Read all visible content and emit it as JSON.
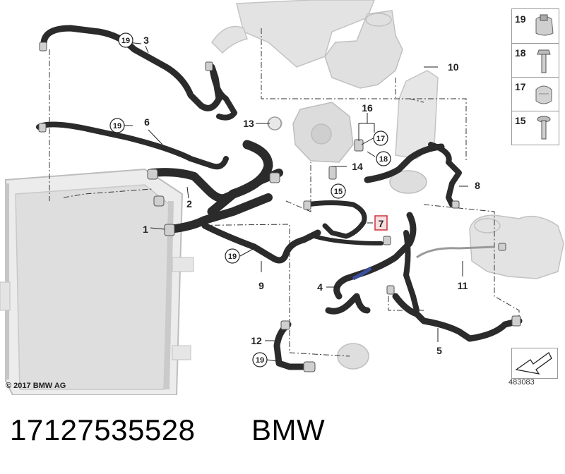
{
  "copyright": "© 2017 BMW AG",
  "diagram_ref": "483083",
  "part_number": "17127535528",
  "brand": "BMW",
  "highlighted_callout": "7",
  "callouts": [
    "1",
    "2",
    "3",
    "4",
    "5",
    "6",
    "7",
    "8",
    "9",
    "11",
    "12",
    "13",
    "14",
    "16"
  ],
  "circled_callouts": [
    "19",
    "19",
    "19",
    "19",
    "15",
    "17",
    "18"
  ],
  "legend": [
    {
      "number": "19",
      "icon": "hose-clamp-icon"
    },
    {
      "number": "18",
      "icon": "bolt-icon"
    },
    {
      "number": "17",
      "icon": "clip-icon"
    },
    {
      "number": "15",
      "icon": "screw-icon"
    }
  ],
  "colors": {
    "hose": "#2b2b2b",
    "component": "#d7d7d7",
    "leader": "#222222",
    "highlight": "#d0303a",
    "background": "#ffffff"
  }
}
